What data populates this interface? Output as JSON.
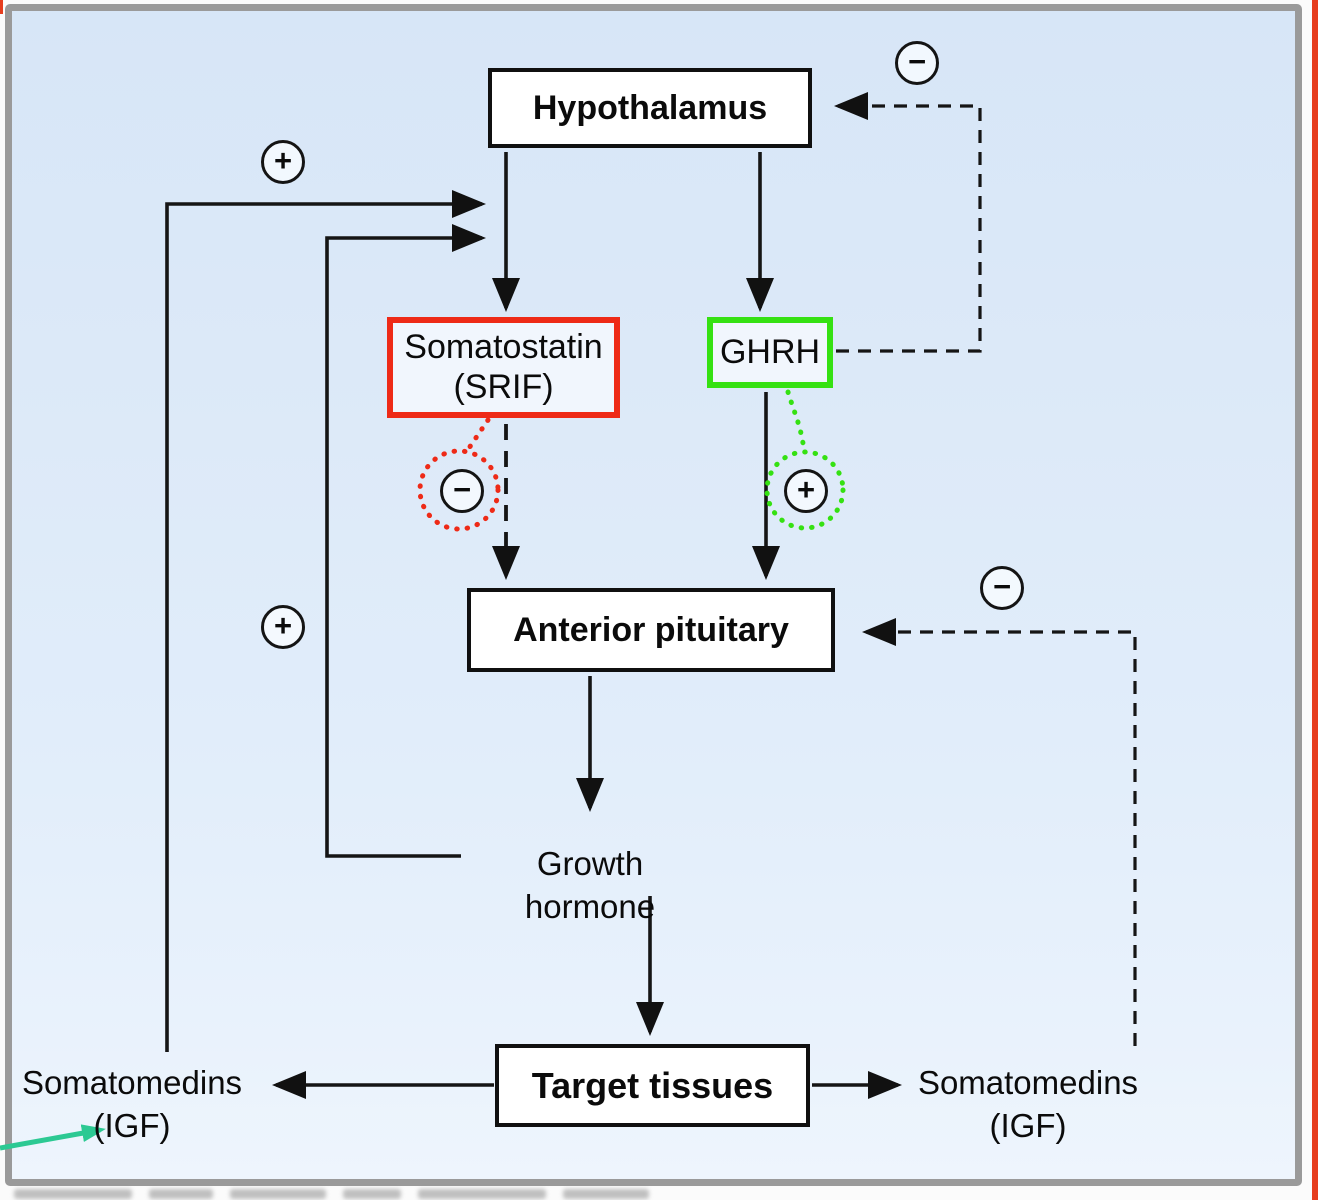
{
  "diagram": {
    "nodes": {
      "hypothalamus": "Hypothalamus",
      "somatostatin_line1": "Somatostatin",
      "somatostatin_line2": "(SRIF)",
      "ghrh": "GHRH",
      "anterior_pituitary": "Anterior pituitary",
      "growth_hormone": "Growth hormone",
      "target_tissues": "Target tissues",
      "somatomedins_left_line1": "Somatomedins",
      "somatomedins_left_line2": "(IGF)",
      "somatomedins_right_line1": "Somatomedins",
      "somatomedins_right_line2": "(IGF)"
    },
    "signs": {
      "negative_feedback_hypothalamus": "−",
      "positive_feedback_somatostatin": "+",
      "positive_feedback_growth_hormone": "+",
      "negative_feedback_pituitary": "−",
      "somatostatin_inhibits": "−",
      "ghrh_stimulates": "+"
    },
    "colors": {
      "somatostatin_border": "#ee2a17",
      "ghrh_border": "#35e112",
      "inhibition_dotted_circle": "#ee2a17",
      "stimulation_dotted_circle": "#35e112",
      "igf_arrow": "#2cc993",
      "frame_border": "#9a9a9a",
      "accent_stripe": "#e63d1e",
      "background": "#dce9f8"
    }
  }
}
